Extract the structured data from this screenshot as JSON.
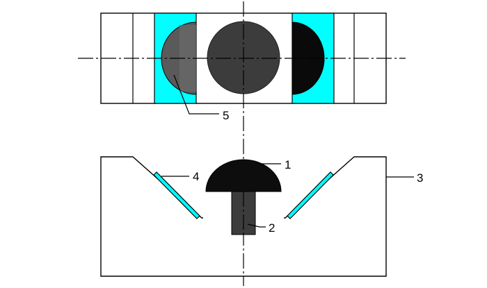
{
  "colors": {
    "background": "#ffffff",
    "line": "#000000",
    "liner": "#00ffff",
    "dark_part": "#3c3c3c",
    "black_part": "#0a0a0a"
  },
  "labels": {
    "part1": "1",
    "part2": "2",
    "part3": "3",
    "part4": "4",
    "part5": "5"
  }
}
